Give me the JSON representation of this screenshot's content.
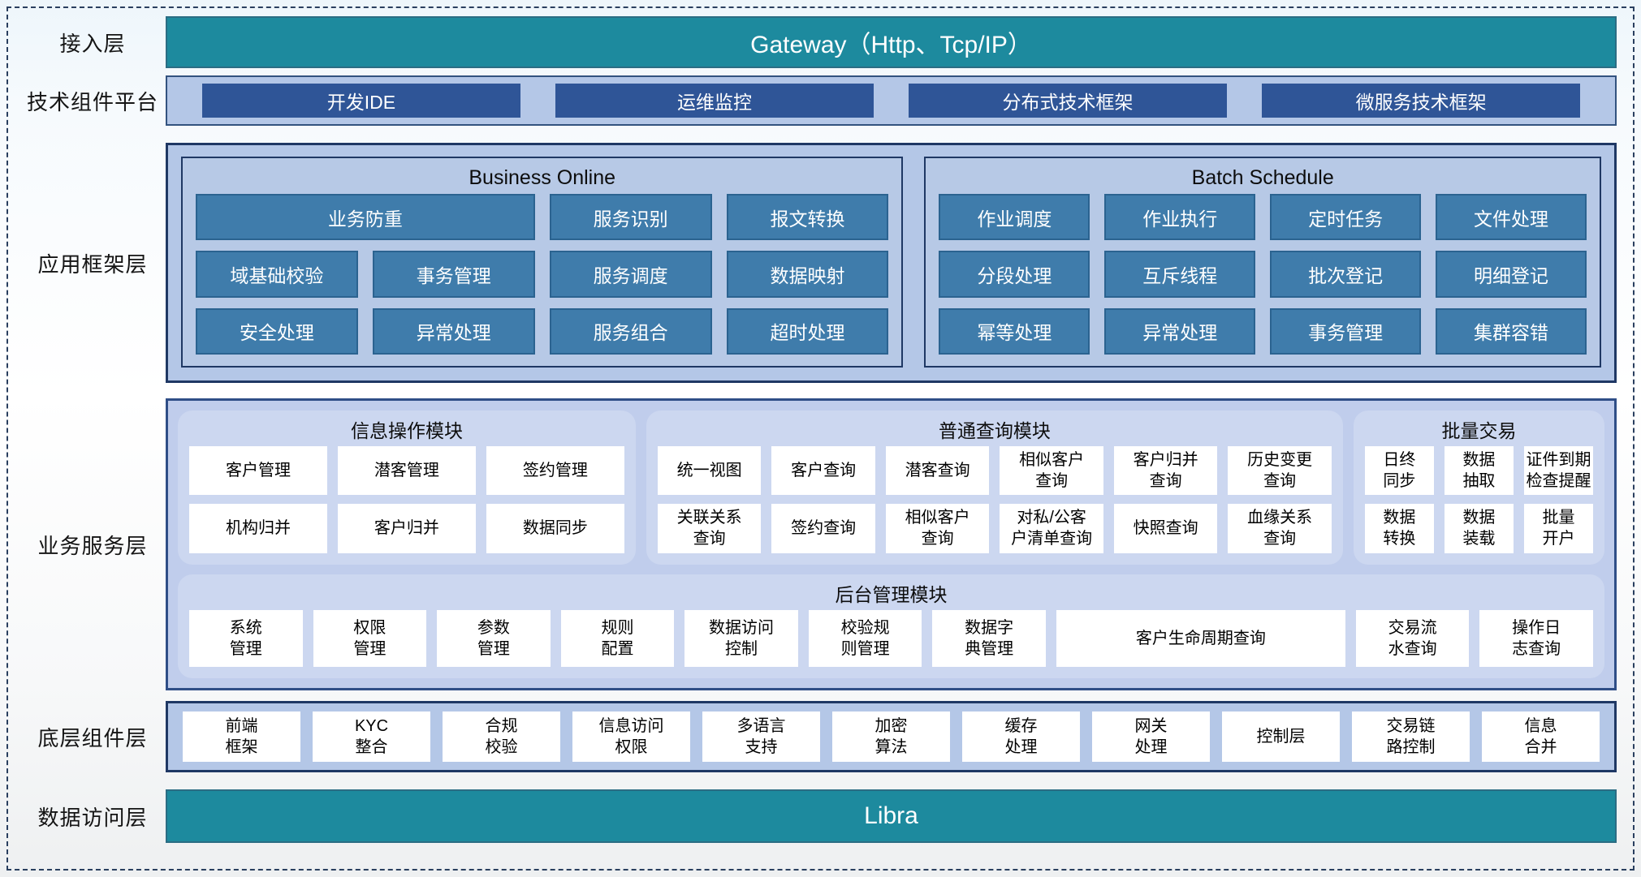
{
  "colors": {
    "teal": "#1d8a9e",
    "band_blue": "#b4c7e7",
    "dark_blue_button": "#2f5597",
    "steel_button": "#3f7cab",
    "navy_border": "#1f3864",
    "panel_fill": "#ccd7f0",
    "biz_band": "#c0cdec"
  },
  "layers": {
    "access": {
      "label": "接入层",
      "gateway": "Gateway（Http、Tcp/IP）"
    },
    "tech": {
      "label": "技术组件平台",
      "items": [
        "开发IDE",
        "运维监控",
        "分布式技术框架",
        "微服务技术框架"
      ]
    },
    "app": {
      "label": "应用框架层",
      "business_online": {
        "title": "Business Online",
        "cells": [
          "业务防重",
          "服务识别",
          "报文转换",
          "域基础校验",
          "事务管理",
          "服务调度",
          "数据映射",
          "安全处理",
          "异常处理",
          "服务组合",
          "超时处理"
        ]
      },
      "batch_schedule": {
        "title": "Batch Schedule",
        "cells": [
          "作业调度",
          "作业执行",
          "定时任务",
          "文件处理",
          "分段处理",
          "互斥线程",
          "批次登记",
          "明细登记",
          "幂等处理",
          "异常处理",
          "事务管理",
          "集群容错"
        ]
      }
    },
    "business": {
      "label": "业务服务层",
      "info_module": {
        "title": "信息操作模块",
        "cells": [
          "客户管理",
          "潜客管理",
          "签约管理",
          "机构归并",
          "客户归并",
          "数据同步"
        ]
      },
      "query_module": {
        "title": "普通查询模块",
        "cells": [
          "统一视图",
          "客户查询",
          "潜客查询",
          "相似客户\n查询",
          "客户归并\n查询",
          "历史变更\n查询",
          "关联关系\n查询",
          "签约查询",
          "相似客户\n查询",
          "对私/公客\n户清单查询",
          "快照查询",
          "血缘关系\n查询"
        ]
      },
      "batch_trade": {
        "title": "批量交易",
        "cells": [
          "日终\n同步",
          "数据\n抽取",
          "证件到期\n检查提醒",
          "数据\n转换",
          "数据\n装载",
          "批量\n开户"
        ]
      },
      "admin_module": {
        "title": "后台管理模块",
        "cells": [
          "系统\n管理",
          "权限\n管理",
          "参数\n管理",
          "规则\n配置",
          "数据访问\n控制",
          "校验规\n则管理",
          "数据字\n典管理",
          "客户生命周期查询",
          "交易流\n水查询",
          "操作日\n志查询"
        ]
      }
    },
    "base": {
      "label": "底层组件层",
      "cells": [
        "前端\n框架",
        "KYC\n整合",
        "合规\n校验",
        "信息访问\n权限",
        "多语言\n支持",
        "加密\n算法",
        "缓存\n处理",
        "网关\n处理",
        "控制层",
        "交易链\n路控制",
        "信息\n合并"
      ]
    },
    "data": {
      "label": "数据访问层",
      "bar": "Libra"
    }
  }
}
